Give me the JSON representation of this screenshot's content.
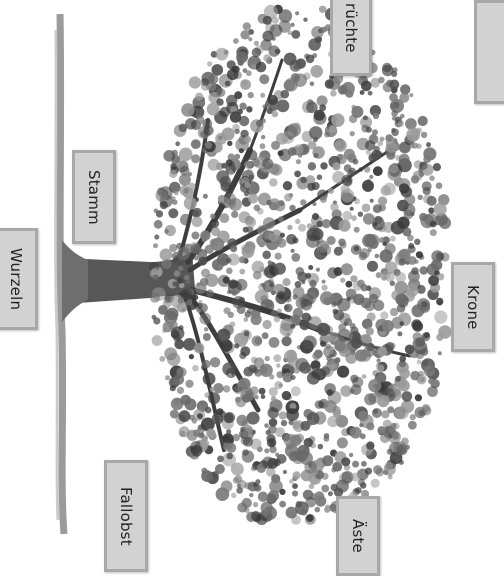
{
  "labels": {
    "fruechte": "rüchte",
    "blank": "",
    "stamm": "Stamm",
    "wurzeln": "Wurzeln",
    "krone": "Krone",
    "fallobst": "Fallobst",
    "aeste": "Äste"
  },
  "colors": {
    "label_fill": "#d2d2d2",
    "label_border": "#a8a8a8",
    "foliage_dark": "#3a3a3a",
    "foliage_mid": "#6a6a6a",
    "foliage_light": "#9a9a9a",
    "trunk": "#555555",
    "ground": "#8a8a8a"
  },
  "icons": {
    "tree": "tree-illustration",
    "ground": "ground-line"
  }
}
